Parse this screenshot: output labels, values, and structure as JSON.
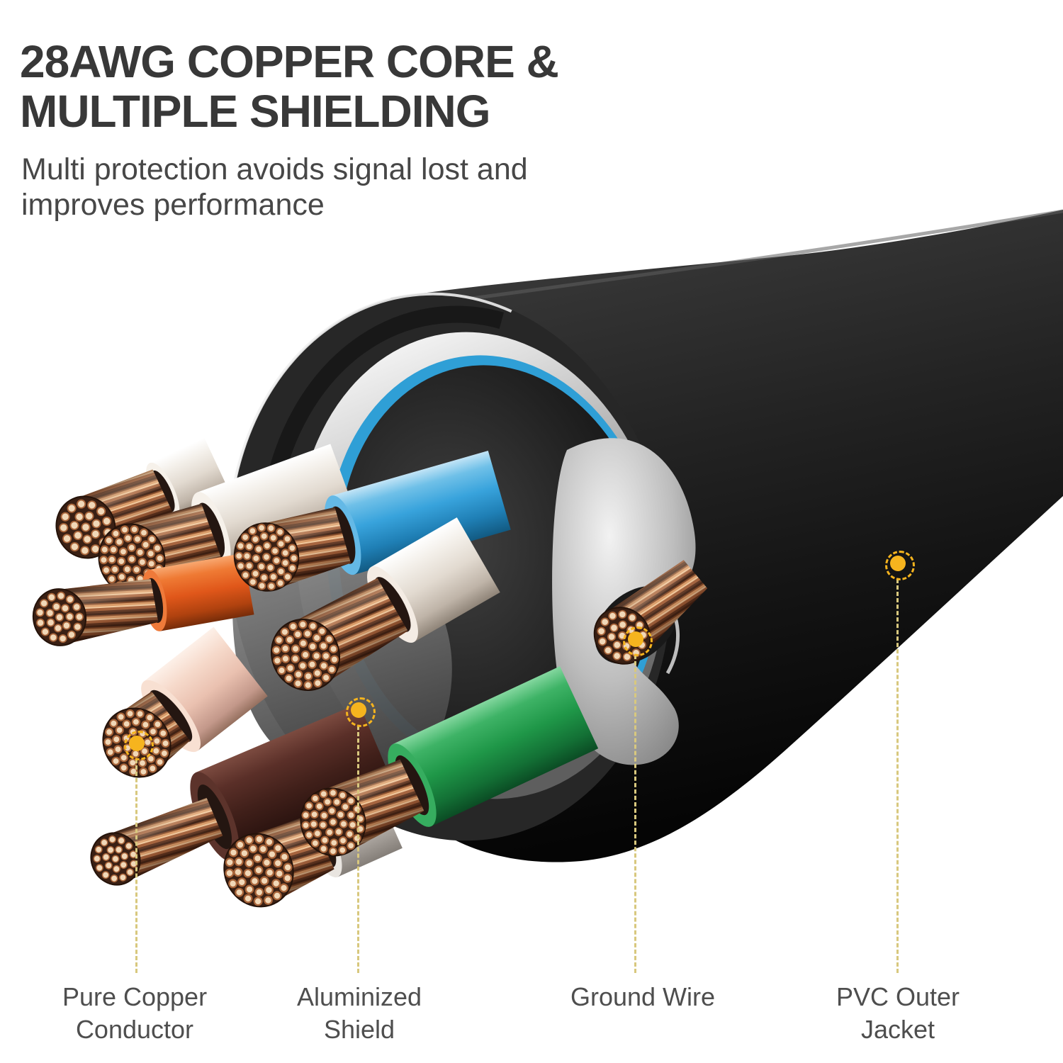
{
  "header": {
    "title": [
      "28AWG COPPER CORE &",
      "MULTIPLE SHIELDING"
    ],
    "subtitle": [
      "Multi protection avoids signal lost and",
      "improves performance"
    ]
  },
  "callouts": [
    {
      "id": "pure-copper-conductor",
      "lines": [
        "Pure Copper",
        "Conductor"
      ]
    },
    {
      "id": "aluminized-shield",
      "lines": [
        "Aluminized",
        "Shield"
      ]
    },
    {
      "id": "ground-wire",
      "lines": [
        "Ground Wire"
      ]
    },
    {
      "id": "pvc-outer-jacket",
      "lines": [
        "PVC Outer",
        "Jacket"
      ]
    }
  ],
  "colors": {
    "background": "#ffffff",
    "title_text": "#383838",
    "subtitle_text": "#474747",
    "label_text": "#4e4e4e",
    "accent_yellow": "#f6b41e",
    "callout_line": "#d8c87e",
    "jacket_black": "#1c1c1c",
    "shield_silver": "#b9b9b9",
    "inner_layer_blue": "#2f9fd6",
    "copper": "#c98a58",
    "wire_white": "#efe9e2",
    "wire_orange": "#e2571c",
    "wire_blue": "#38a3dc",
    "wire_pink": "#f2d4c4",
    "wire_brown": "#43201b",
    "wire_green": "#1f9748"
  }
}
